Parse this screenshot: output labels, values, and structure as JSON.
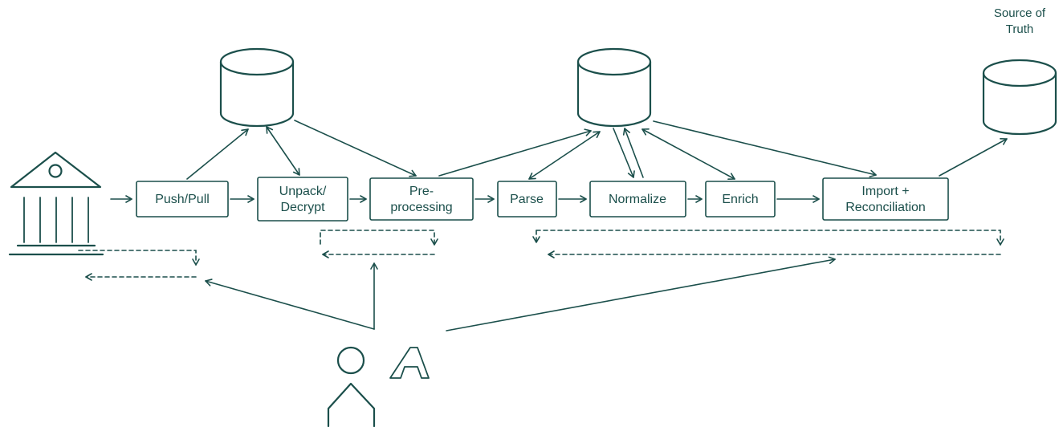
{
  "colors": {
    "accent": "#1B4F4B",
    "background": "#FFFFFF"
  },
  "pipeline": {
    "steps": [
      {
        "id": "push-pull",
        "lines": [
          "Push/Pull"
        ]
      },
      {
        "id": "unpack-decrypt",
        "lines": [
          "Unpack/",
          "Decrypt"
        ]
      },
      {
        "id": "pre-processing",
        "lines": [
          "Pre-",
          "processing"
        ]
      },
      {
        "id": "parse",
        "lines": [
          "Parse"
        ]
      },
      {
        "id": "normalize",
        "lines": [
          "Normalize"
        ]
      },
      {
        "id": "enrich",
        "lines": [
          "Enrich"
        ]
      },
      {
        "id": "import-reconciliation",
        "lines": [
          "Import +",
          "Reconciliation"
        ]
      }
    ],
    "datastores": [
      {
        "id": "staging-db"
      },
      {
        "id": "processing-db"
      },
      {
        "id": "source-of-truth-db",
        "label_lines": [
          "Source of",
          "Truth"
        ]
      }
    ],
    "icons": [
      "bank-icon",
      "database-icon",
      "person-icon",
      "logo-a-icon",
      "arrow-icon"
    ]
  }
}
